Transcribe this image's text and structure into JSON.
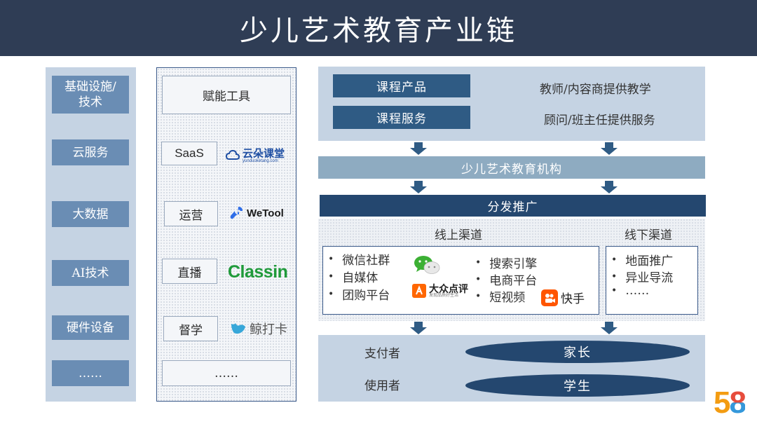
{
  "title": "少儿艺术教育产业链",
  "infrastructure": {
    "header": "基础设施/\n技术",
    "items": [
      "云服务",
      "大数据",
      "AI技术",
      "硬件设备",
      "……"
    ]
  },
  "tools": {
    "header": "赋能工具",
    "rows": [
      {
        "label": "SaaS",
        "logo_text": "云朵课堂",
        "logo_sub": "yunduoketang.com",
        "logo_color": "#1f4fa3"
      },
      {
        "label": "运营",
        "logo_text": "WeTool",
        "logo_color": "#1a1a1a",
        "icon_color": "#2f6ee8"
      },
      {
        "label": "直播",
        "logo_text": "Classin",
        "logo_color": "#1f9a3a"
      },
      {
        "label": "督学",
        "logo_text": "鲸打卡",
        "logo_color": "#555555",
        "icon_color": "#37a7d9"
      }
    ],
    "more": "……"
  },
  "course": {
    "product_label": "课程产品",
    "product_desc": "教师/内容商提供教学",
    "service_label": "课程服务",
    "service_desc": "顾问/班主任提供服务"
  },
  "institution": "少儿艺术教育机构",
  "distribution": "分发推广",
  "online": {
    "title": "线上渠道",
    "left_items": [
      "微信社群",
      "自媒体",
      "团购平台"
    ],
    "right_items": [
      "搜索引擎",
      "电商平台",
      "短视频"
    ],
    "dianping_text": "大众点评",
    "dianping_sub": "发现品质好生活",
    "kuaishou_text": "快手"
  },
  "offline": {
    "title": "线下渠道",
    "items": [
      "地面推广",
      "异业导流",
      "……"
    ]
  },
  "bottom": {
    "payer_label": "支付者",
    "payer_value": "家长",
    "user_label": "使用者",
    "user_value": "学生"
  },
  "brand": {
    "digit5": "5",
    "digit8": "8",
    "color5": "#f39c12",
    "color8a": "#e74c3c",
    "color8b": "#3498db"
  }
}
